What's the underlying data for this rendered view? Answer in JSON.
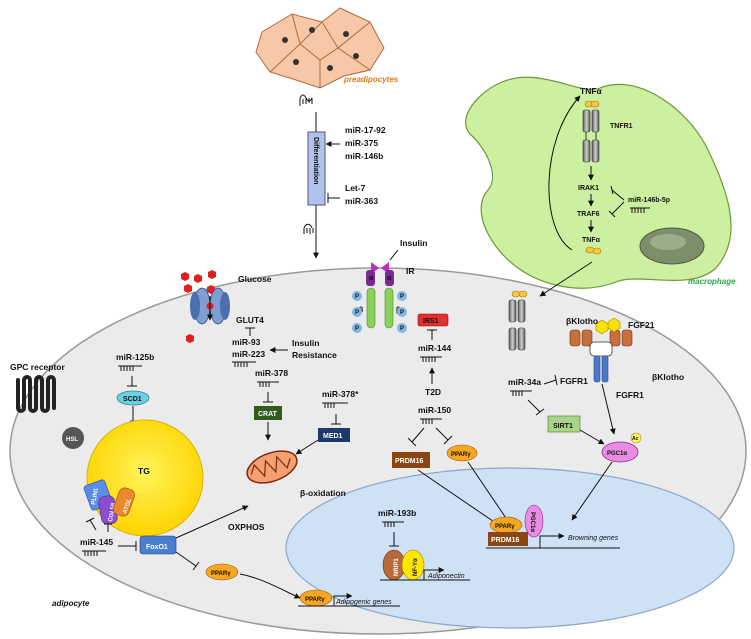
{
  "colors": {
    "cell": "#ebebeb",
    "cell_stroke": "#888888",
    "nucleus": "#cfe2f5",
    "macrophage": "#cdf0a0",
    "preadipocyte": "#f6c8a8",
    "tg": "#ffe600",
    "ppar": "#f5a623",
    "prdm16": "#8b4513",
    "foxo1": "#4a7fd0",
    "sirt1": "#a9d58a",
    "med1": "#1f3a6a",
    "crat": "#2f5d1f",
    "irs1": "#e03030",
    "scd1": "#6cd0e0",
    "pgc1a": "#e98ce4",
    "perilipin": "#5b8de8",
    "cgi58": "#8a4fd0",
    "atgl": "#e88a2c",
    "differentiation": "#b3c2e8",
    "label_orange": "#e07b14",
    "label_green": "#2aa94a"
  },
  "labels": {
    "preadipocytes": "preadipocytes",
    "differentiation": "Differentiation",
    "mir_17_92": "miR-17-92",
    "mir_375": "miR-375",
    "mir_146b": "miR-146b",
    "let7": "Let-7",
    "mir_363": "miR-363",
    "tnfa_top": "TNFα",
    "tnfr1": "TNFR1",
    "irak1": "IRAK1",
    "traf6": "TRAF6",
    "tnfa_mid": "TNFα",
    "mir_146b_5p": "miR-146b-5p",
    "macrophage": "macrophage",
    "insulin": "Insulin",
    "ir": "IR",
    "alpha": "α",
    "beta": "β",
    "p": "P",
    "irs1": "IRS1",
    "mir_144": "miR-144",
    "t2d": "T2D",
    "glucose": "Glucose",
    "glut4": "GLUT4",
    "mir_93": "miR-93",
    "mir_223": "miR-223",
    "insulin_res_1": "Insulin",
    "insulin_res_2": "Resistance",
    "gpc_receptor": "GPC receptor",
    "mir_125b": "miR-125b",
    "scd1": "SCD1",
    "tg": "TG",
    "hsl": "HSL",
    "plin1": "PLIN1",
    "cgi58": "CGI 58",
    "atgl": "ATGL",
    "mir_145": "miR-145",
    "foxo1": "FoxO1",
    "oxphos": "OXPHOS",
    "mir_378": "miR-378",
    "crat": "CRAT",
    "mir_378_star": "miR-378*",
    "med1": "MED1",
    "beta_oxidation": "β-oxidation",
    "mir_150": "miR-150",
    "prdm16": "PRDM16",
    "ppar": "PPARγ",
    "mir_34a": "miR-34a",
    "fgfr1_a": "FGFR1",
    "fgfr1_b": "FGFR1",
    "sirt1": "SIRT1",
    "pgc1a": "PGC1α",
    "ac": "Ac",
    "bklotho_1": "βKlotho",
    "bklotho_2": "βKlotho",
    "fgf21": "FGF21",
    "mir_193b": "miR-193b",
    "nrip1": "NRIP1",
    "nfya": "NF-Yα",
    "adiponectin": "Adiponectin",
    "browning": "Browning genes",
    "adipogenic": "Adipogenic genes",
    "pgc1a_vert": "PGC1α",
    "adipocyte": "adipocyte"
  }
}
